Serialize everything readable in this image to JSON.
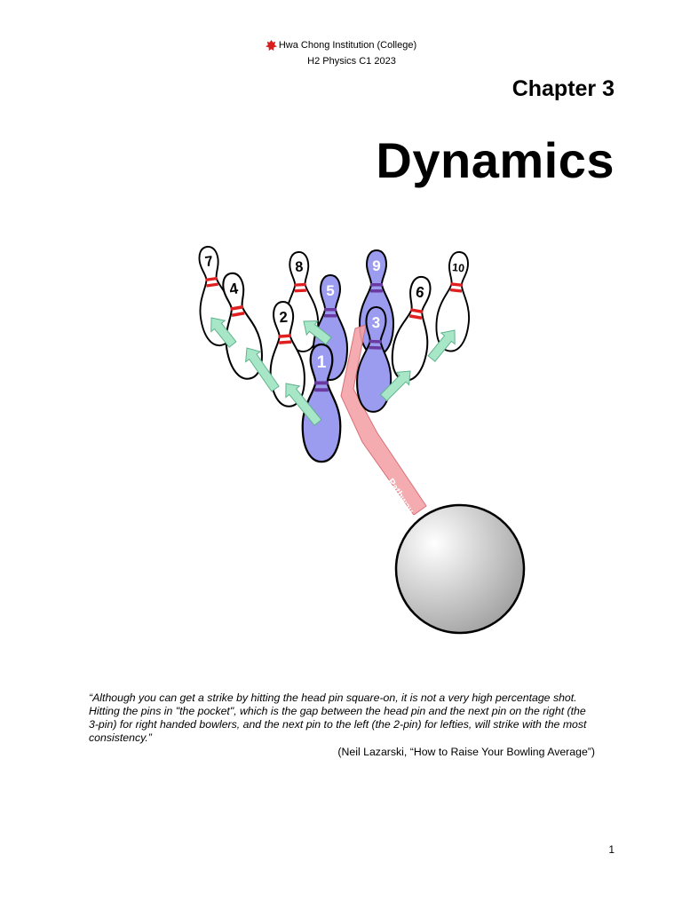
{
  "header": {
    "school": "Hwa Chong Institution (College)",
    "course": "H2 Physics C1 2023",
    "logo_icon": "hci-crest-icon"
  },
  "chapter_label": "Chapter 3",
  "title": "Dynamics",
  "figure": {
    "pins": [
      "1",
      "2",
      "3",
      "4",
      "5",
      "6",
      "7",
      "8",
      "9",
      "10"
    ],
    "ball_path_label": "Pathway of Ball",
    "colors": {
      "head_pins": "#9b9cf0",
      "white_pins": "#ffffff",
      "stripe": "#e02020",
      "head_stripe": "#6a3aa0",
      "arrow": "#a8e6c8",
      "path": "#f4a3a8",
      "ball_light": "#ffffff",
      "ball_dark": "#9a9a9a"
    }
  },
  "quote": {
    "text": "“Although you can get a strike by hitting the head pin square-on, it is not a very high percentage shot. Hitting the pins in \"the pocket\", which is the gap between the head pin and the next pin on the right (the 3-pin) for right handed bowlers, and the next pin to the left (the 2-pin) for lefties, will strike with the most consistency.”",
    "source": "(Neil Lazarski, “How to Raise Your Bowling Average”)"
  },
  "page_number": "1"
}
